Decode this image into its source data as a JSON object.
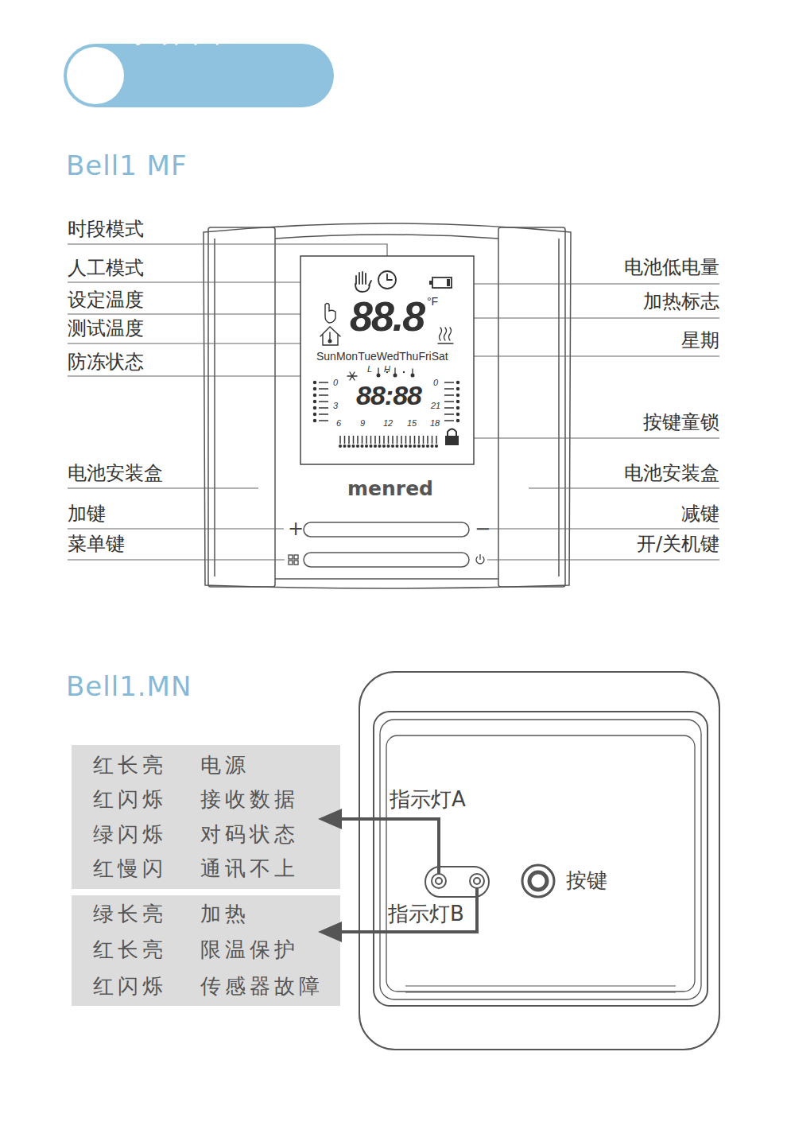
{
  "diagram": {
    "nodes": [
      {
        "text": [
          "显示界面"
        ]
      },
      {
        "text": [
          "menred"
        ]
      },
      {
        "text": [
          "88.8",
          "°F",
          "SunMonTueWedThuFriSat",
          "L",
          "H",
          "88:88",
          "0",
          "3",
          "6",
          "9",
          "12",
          "15",
          "18",
          "0",
          "21"
        ],
        "in": 1
      },
      {
        "text": [
          "按键"
        ]
      },
      {
        "text": [
          "红长亮",
          "电源",
          "红闪烁",
          "接收数据",
          "绿闪烁",
          "对码状态",
          "红慢闪",
          "通讯不上"
        ]
      },
      {
        "text": [
          "绿长亮",
          "加热",
          "红长亮",
          "限温保护",
          "红闪烁",
          "传感器故障"
        ]
      }
    ],
    "labels": [
      "Bell1 MF",
      "时段模式",
      "人工模式",
      "设定温度",
      "测试温度",
      "防冻状态",
      "电池低电量",
      "加热标志",
      "星期",
      "按键童锁",
      "电池安装盒",
      "电池安装盒",
      "加键",
      "减键",
      "菜单键",
      "开/关机键",
      "+",
      "−",
      "Bell1.MN",
      "指示灯A",
      "指示灯B"
    ]
  }
}
